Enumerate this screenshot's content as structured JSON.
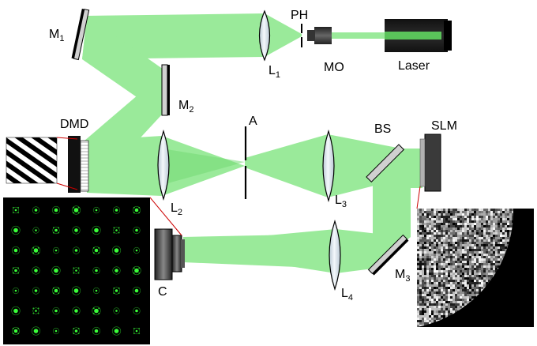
{
  "labels": {
    "m1": "M",
    "m1_sub": "1",
    "l1": "L",
    "l1_sub": "1",
    "ph": "PH",
    "mo": "MO",
    "laser": "Laser",
    "m2": "M",
    "m2_sub": "2",
    "dmd": "DMD",
    "a": "A",
    "bs": "BS",
    "slm": "SLM",
    "l2": "L",
    "l2_sub": "2",
    "l3": "L",
    "l3_sub": "3",
    "c": "C",
    "l4": "L",
    "l4_sub": "4",
    "m3": "M",
    "m3_sub": "3"
  },
  "colors": {
    "beam": "#7ee57e",
    "beam_dark": "#4fcf4f",
    "lens_fill": "#e4ecf2",
    "mirror_face": "#d0d0d0",
    "black": "#000000",
    "connector": "#cc0000",
    "spot": "#39ff39"
  }
}
